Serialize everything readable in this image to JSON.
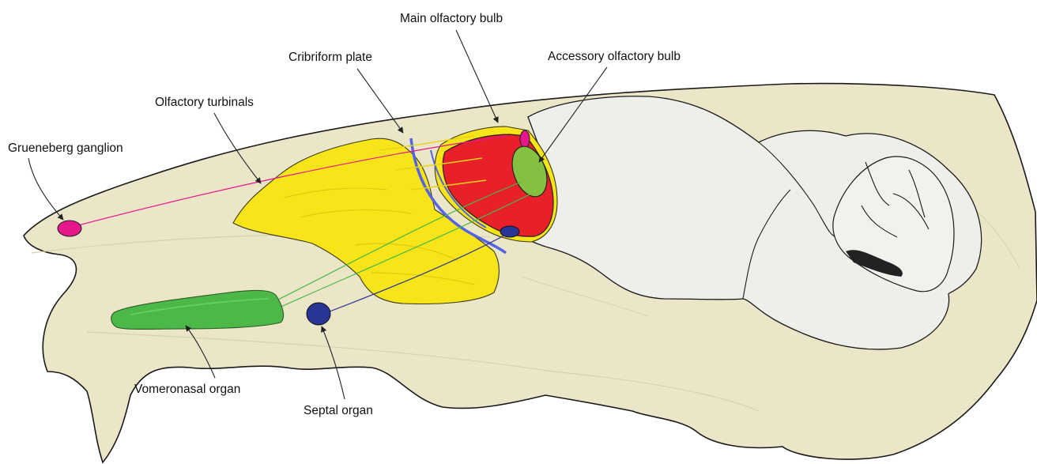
{
  "labels": {
    "main_olfactory_bulb": "Main olfactory bulb",
    "cribriform_plate": "Cribriform plate",
    "accessory_olfactory_bulb": "Accessory olfactory bulb",
    "olfactory_turbinals": "Olfactory turbinals",
    "grueneberg_ganglion": "Grueneberg ganglion",
    "vomeronasal_organ": "Vomeronasal organ",
    "septal_organ": "Septal organ"
  },
  "colors": {
    "skull": "#ebe6c7",
    "skull_outline": "#1a1a1a",
    "brain": "#eeeeeb",
    "turbinals": "#f7e51a",
    "main_olfactory_bulb": "#e8202a",
    "accessory_olfactory_bulb": "#84c140",
    "vomeronasal_organ": "#4cb848",
    "septal_organ": "#283594",
    "grueneberg_ganglion": "#e6168d",
    "cribriform_plate": "#5563e6",
    "cerebellum_fissure": "#222222"
  }
}
